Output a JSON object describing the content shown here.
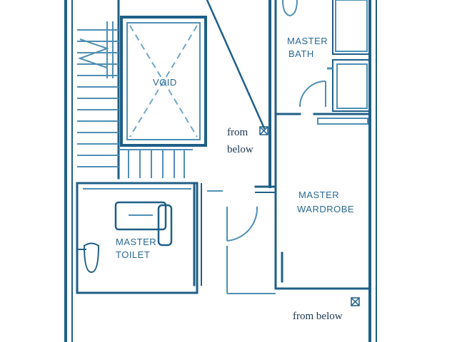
{
  "rooms": {
    "void": "VOID",
    "master_bath": [
      "MASTER",
      "BATH"
    ],
    "master_wardrobe": [
      "MASTER",
      "WARDROBE"
    ],
    "master_toilet": [
      "MASTER",
      "TOILET"
    ]
  },
  "notes": {
    "from_below_upper": [
      "from",
      "below"
    ],
    "from_below_lower": "from below"
  },
  "colors": {
    "line": "#1f5f87",
    "light_line": "#4f8fb4",
    "paper": "#ffffff"
  }
}
